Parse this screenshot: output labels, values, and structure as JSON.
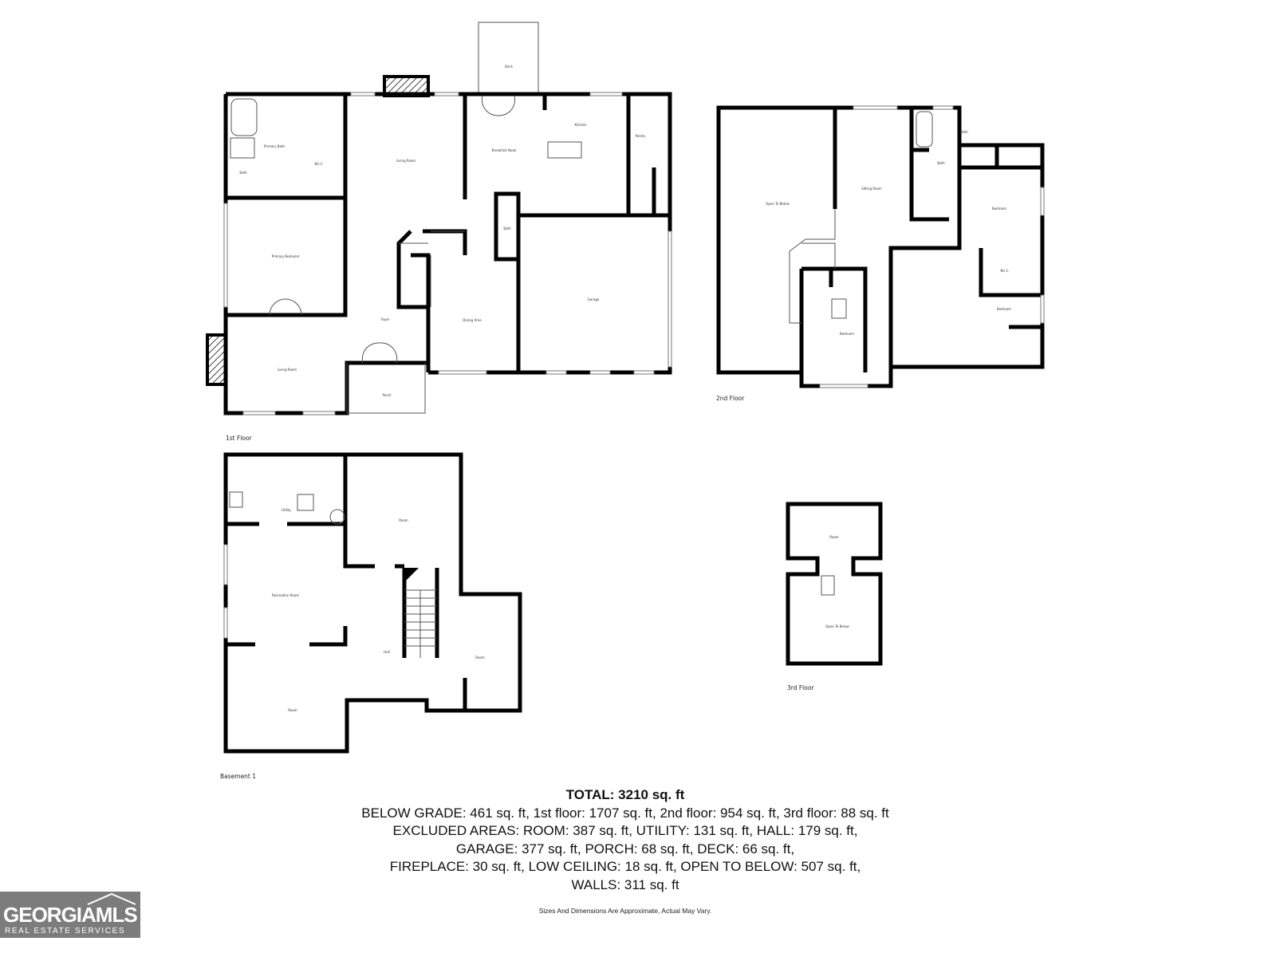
{
  "floors": {
    "first": {
      "label": "1st Floor",
      "rooms": [
        "Living Room",
        "Breakfast Nook",
        "Kitchen",
        "Pantry",
        "Bath",
        "Primary Bath",
        "W.I.C.",
        "Primary Bedroom",
        "Foyer",
        "Dining Area",
        "Garage",
        "Living Room",
        "Porch",
        "Deck",
        "Bath"
      ]
    },
    "second": {
      "label": "2nd Floor",
      "rooms": [
        "Open To Below",
        "Sitting Room",
        "Bath",
        "Bath",
        "Bedroom",
        "W.I.C.",
        "Bedroom",
        "Bedroom"
      ]
    },
    "basement": {
      "label": "Basement 1",
      "rooms": [
        "Utility",
        "Room",
        "Recreation Room",
        "Hall",
        "Room",
        "Room"
      ]
    },
    "third": {
      "label": "3rd Floor",
      "rooms": [
        "Room",
        "Open To Below"
      ]
    }
  },
  "summary": {
    "total": "TOTAL: 3210 sq. ft",
    "lines": [
      "BELOW GRADE: 461 sq. ft, 1st floor: 1707 sq. ft, 2nd floor: 954 sq. ft, 3rd floor: 88 sq. ft",
      "EXCLUDED AREAS: ROOM: 387 sq. ft, UTILITY: 131 sq. ft, HALL: 179 sq. ft,",
      "GARAGE: 377 sq. ft, PORCH: 68 sq. ft, DECK: 66 sq. ft,",
      "FIREPLACE: 30 sq. ft, LOW CEILING: 18 sq. ft, OPEN TO BELOW: 507 sq. ft,",
      "WALLS: 311 sq. ft"
    ]
  },
  "disclaimer": "Sizes And Dimensions Are Approximate, Actual May Vary.",
  "logo": {
    "main": "GEORGIAMLS",
    "sub": "REAL ESTATE SERVICES",
    "color": "#7c7c7c"
  }
}
